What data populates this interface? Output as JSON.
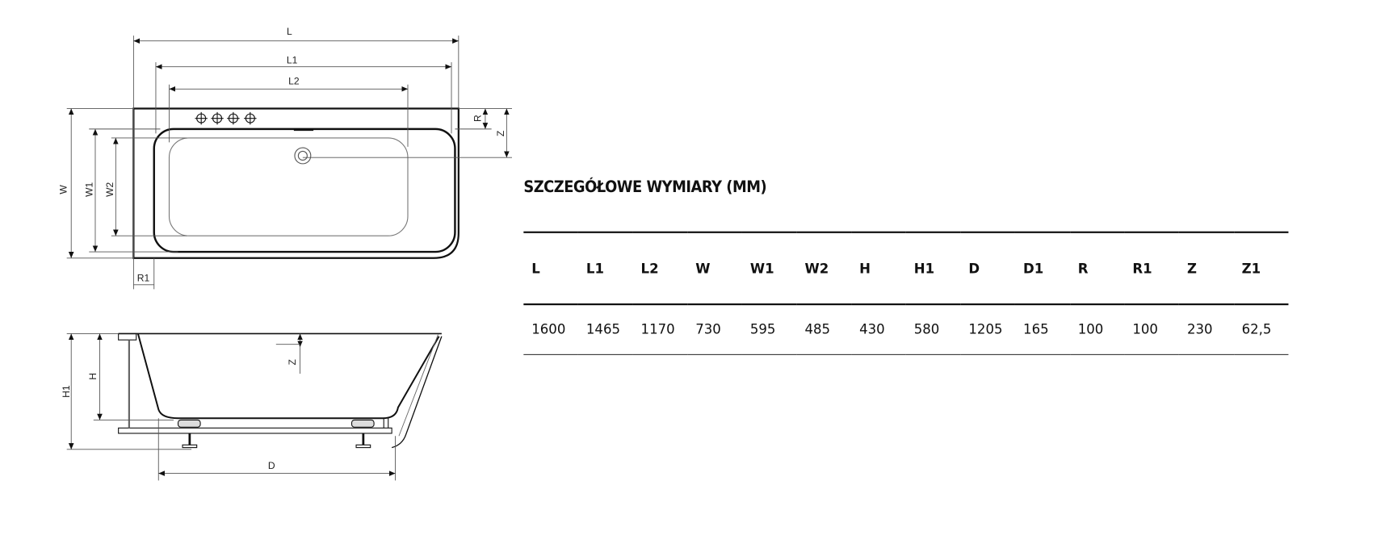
{
  "drawing": {
    "labels": {
      "L": "L",
      "L1": "L1",
      "L2": "L2",
      "W": "W",
      "W1": "W1",
      "W2": "W2",
      "R": "R",
      "R1": "R1",
      "Z": "Z",
      "H": "H",
      "H1": "H1",
      "D": "D"
    }
  },
  "table": {
    "title": "SZCZEGÓŁOWE WYMIARY (MM)",
    "headers": [
      "L",
      "L1",
      "L2",
      "W",
      "W1",
      "W2",
      "H",
      "H1",
      "D",
      "D1",
      "R",
      "R1",
      "Z",
      "Z1"
    ],
    "values": [
      "1600",
      "1465",
      "1170",
      "730",
      "595",
      "485",
      "430",
      "580",
      "1205",
      "165",
      "100",
      "100",
      "230",
      "62,5"
    ]
  }
}
